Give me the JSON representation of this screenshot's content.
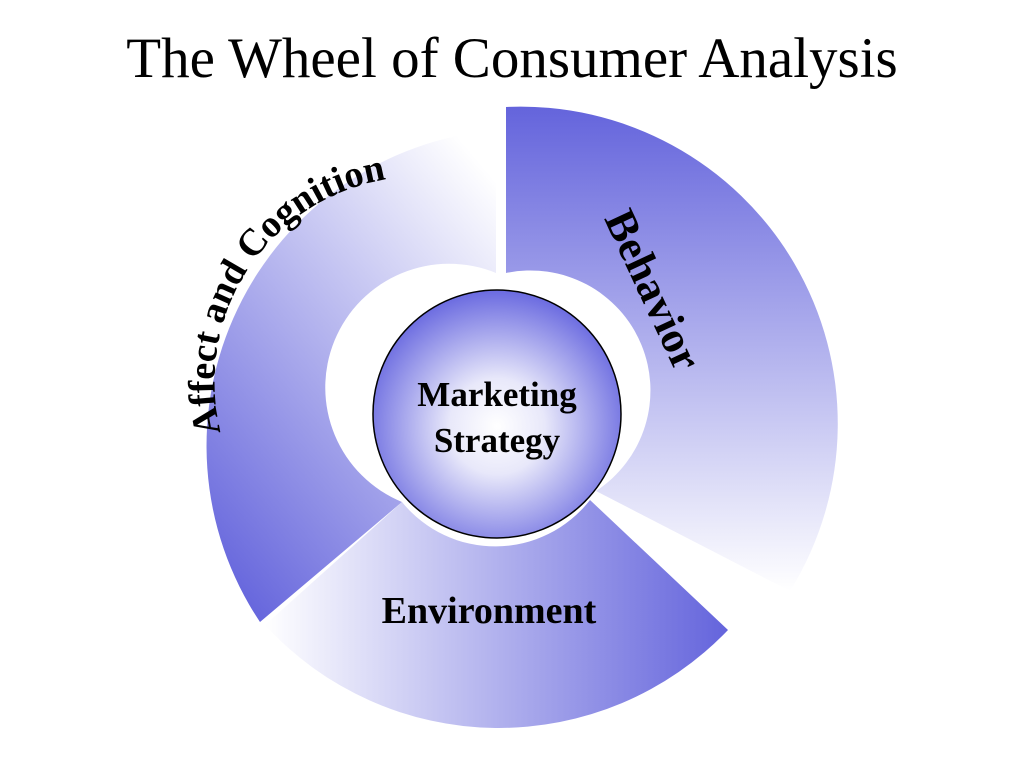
{
  "slide": {
    "title": "The Wheel of Consumer Analysis"
  },
  "wheel": {
    "hub": {
      "line1": "Marketing",
      "line2": "Strategy"
    },
    "segments": {
      "affect": "Affect and Cognition",
      "behavior": "Behavior",
      "environment": "Environment"
    },
    "colors": {
      "segment_dark": "#6666dd",
      "segment_light": "#ffffff",
      "hub_outline": "#000000"
    }
  }
}
